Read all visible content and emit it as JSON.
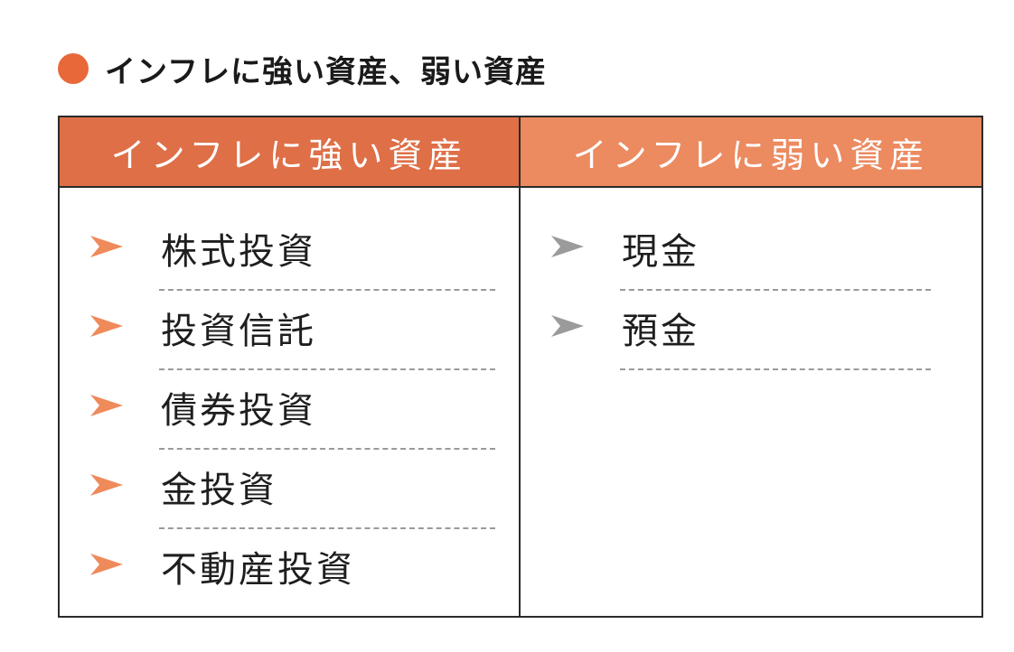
{
  "heading": {
    "title": "インフレに強い資産、弱い資産",
    "dot_color": "#e8683a"
  },
  "columns": {
    "strong": {
      "header": "インフレに強い資産",
      "header_color": "#de6f47",
      "arrow_color": "#ef8a5a",
      "items": [
        {
          "label": "株式投資"
        },
        {
          "label": "投資信託"
        },
        {
          "label": "債券投資"
        },
        {
          "label": "金投資"
        },
        {
          "label": "不動産投資"
        }
      ]
    },
    "weak": {
      "header": "インフレに弱い資産",
      "header_color": "#ec8a60",
      "arrow_color": "#9b9b9b",
      "items": [
        {
          "label": "現金"
        },
        {
          "label": "預金"
        }
      ]
    }
  }
}
